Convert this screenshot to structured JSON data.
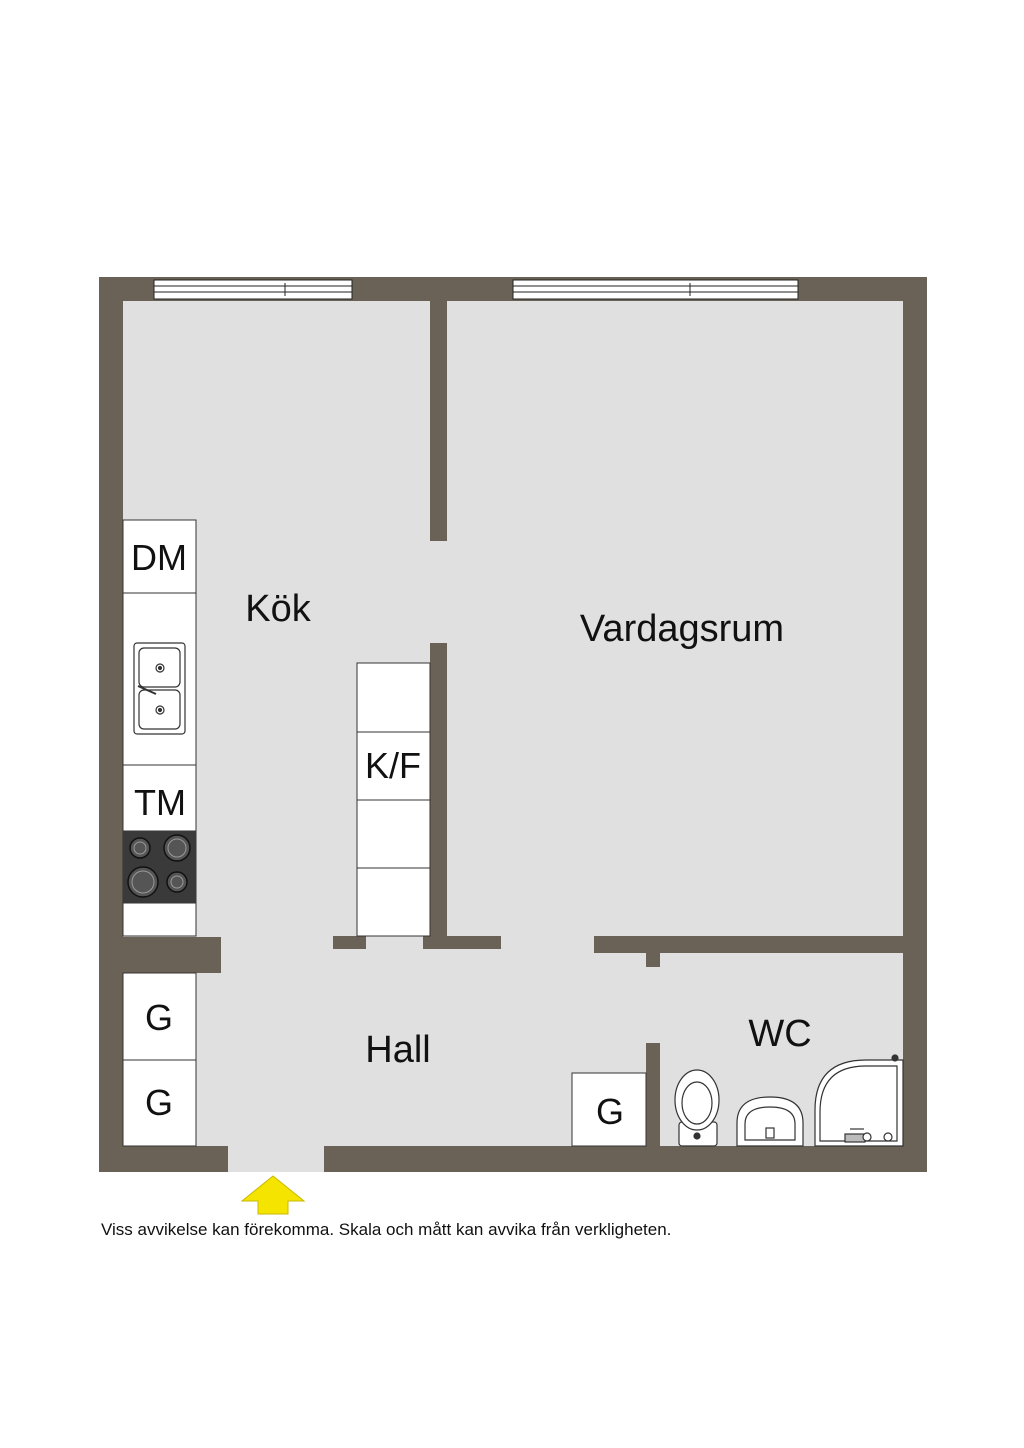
{
  "rooms": {
    "kitchen": "Kök",
    "living": "Vardagsrum",
    "hall": "Hall",
    "wc": "WC"
  },
  "fixtures": {
    "dishwasher": "DM",
    "washer": "TM",
    "fridge_freezer": "K/F",
    "wardrobe_1": "G",
    "wardrobe_2": "G",
    "wardrobe_3": "G"
  },
  "disclaimer": "Viss avvikelse kan förekomma. Skala och mått kan avvika från verkligheten.",
  "icons": {
    "entrance": "entrance-arrow-icon",
    "sink": "sink-icon",
    "stove": "stove-icon",
    "toilet": "toilet-icon",
    "washbasin": "washbasin-icon",
    "shower": "shower-icon"
  },
  "colors": {
    "wall": "#6b6257",
    "floor": "#e0e0e0",
    "fixture_fill": "#ffffff",
    "stove": "#3a3a3a",
    "entrance_arrow": "#f5e400",
    "background": "#ffffff"
  }
}
